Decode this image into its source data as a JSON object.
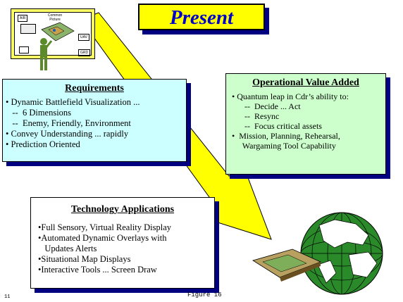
{
  "title": "Present",
  "requirements": {
    "heading": "Requirements",
    "items": [
      "• Dynamic Battlefield Visualization ...",
      "   --  6 Dimensions",
      "   --  Enemy, Friendly, Environment",
      "• Convey Understanding ... rapidly",
      "• Prediction Oriented"
    ]
  },
  "operational": {
    "heading": "Operational Value Added",
    "items": [
      "• Quantum leap in Cdr’s ability to:",
      "      --  Decide ... Act",
      "      --  Resync",
      "      --  Focus critical assets",
      "•  Mission, Planning, Rehearsal,",
      "     Wargaming Tool Capability"
    ]
  },
  "technology": {
    "heading": "Technology Applications",
    "items": [
      "•Full Sensory, Virtual Reality Display",
      "•Automated Dynamic Overlays with",
      "   Updates Alerts",
      "•Situational Map Displays",
      "•Interactive Tools ... Screen Draw"
    ]
  },
  "screen_labels": [
    "AIR",
    "Common Picture",
    "UAV",
    "GRD"
  ],
  "caption": "Figure 16",
  "page_mark": "11",
  "colors": {
    "arrow": "#ffff00",
    "title_bg": "#ffff00",
    "title_text": "#0000cc",
    "requirements_bg": "#ccffff",
    "operational_bg": "#ccffcc",
    "shadow": "#000080",
    "globe_ocean": "#2a8a2a",
    "globe_land": "#ffffff"
  }
}
